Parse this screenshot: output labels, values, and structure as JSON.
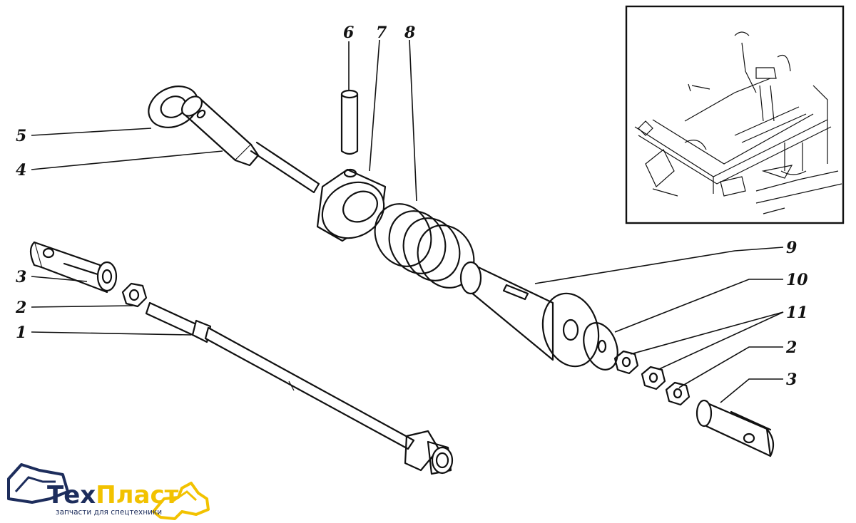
{
  "callouts": [
    {
      "id": "1",
      "label": "1"
    },
    {
      "id": "2a",
      "label": "2"
    },
    {
      "id": "3a",
      "label": "3"
    },
    {
      "id": "4",
      "label": "4"
    },
    {
      "id": "5",
      "label": "5"
    },
    {
      "id": "6",
      "label": "6"
    },
    {
      "id": "7",
      "label": "7"
    },
    {
      "id": "8",
      "label": "8"
    },
    {
      "id": "9",
      "label": "9"
    },
    {
      "id": "10",
      "label": "10"
    },
    {
      "id": "11",
      "label": "11"
    },
    {
      "id": "2b",
      "label": "2"
    },
    {
      "id": "3b",
      "label": "3"
    }
  ],
  "logo": {
    "brand_part1": "Тех",
    "brand_part2": "Пласт",
    "tagline": "запчасти для спецтехники",
    "colors": {
      "primary": "#1d2d5c",
      "accent": "#f2c200"
    }
  }
}
